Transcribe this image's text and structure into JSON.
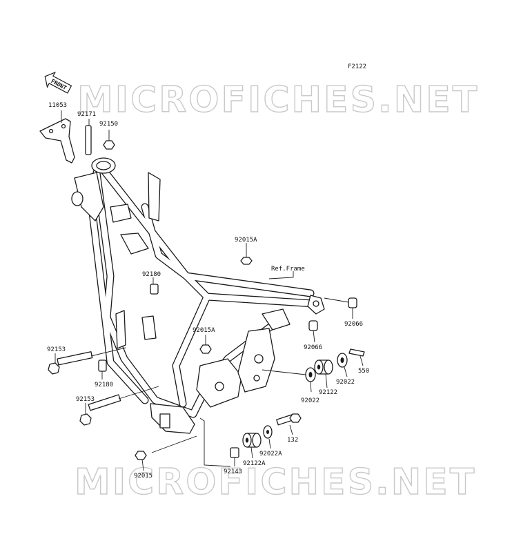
{
  "figure_code": "F2122",
  "watermark": "MICROFICHES.NET",
  "front_arrow": "FRONT",
  "parts": {
    "p11053": "11053",
    "p92171": "92171",
    "p92150": "92150",
    "p92015A_top": "92015A",
    "ref_frame": "Ref.Frame",
    "p92180_top": "92180",
    "p92066_a": "92066",
    "p92066_b": "92066",
    "p92015A_mid": "92015A",
    "p92153_top": "92153",
    "p92180_bot": "92180",
    "p550": "550",
    "p92022_a": "92022",
    "p92122": "92122",
    "p92022_b": "92022",
    "p92153_bot": "92153",
    "p132": "132",
    "p92022A": "92022A",
    "p92122A": "92122A",
    "p92143": "92143",
    "p92015": "92015"
  }
}
